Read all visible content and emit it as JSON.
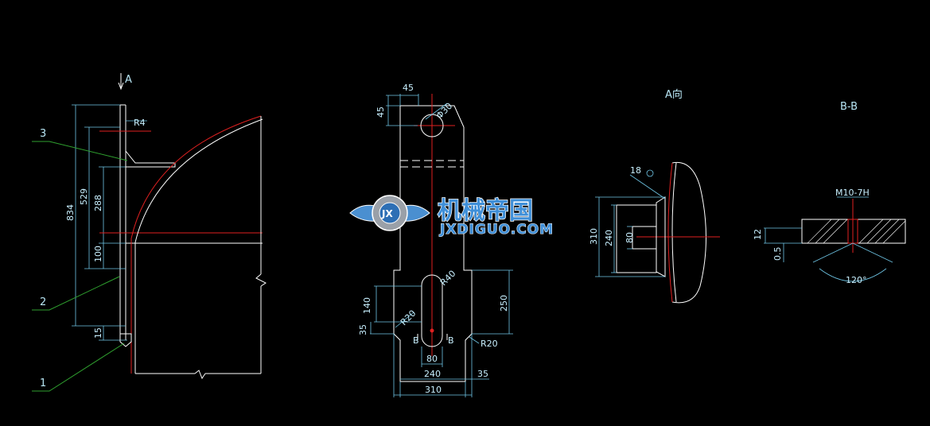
{
  "view_labels": {
    "section_a": "A",
    "view_a": "A向",
    "section_bb": "B-B"
  },
  "part_numbers": [
    "1",
    "2",
    "3"
  ],
  "left_view_dims": {
    "d834": "834",
    "d529": "529",
    "d288": "288",
    "d100": "100",
    "d15": "15",
    "r4": "R4"
  },
  "middle_view_dims": {
    "d45_top": "45",
    "d45_side": "45",
    "phi30": "Φ30",
    "d140": "140",
    "d35": "35",
    "d250": "250",
    "r40": "R40",
    "r20_left": "R20",
    "r20_right": "R20",
    "d80": "80",
    "d240": "240",
    "d35_bottom": "35",
    "d310": "310",
    "b_left": "B",
    "b_right": "B"
  },
  "a_view_dims": {
    "d18": "18",
    "d310": "310",
    "d240": "240",
    "d80": "80"
  },
  "bb_view_dims": {
    "thread": "M10-7H",
    "d12": "12",
    "d05": "0.5",
    "angle": "120°"
  },
  "watermark": {
    "cn": "机械帝国",
    "en": "JXDIGUO.COM",
    "badge": "JX"
  },
  "colors": {
    "background": "#000000",
    "outline": "#ffffff",
    "dimension": "#6fc6e6",
    "centerline": "#e02020",
    "leader": "#2fa02f",
    "watermark": "#3f8fd8"
  }
}
